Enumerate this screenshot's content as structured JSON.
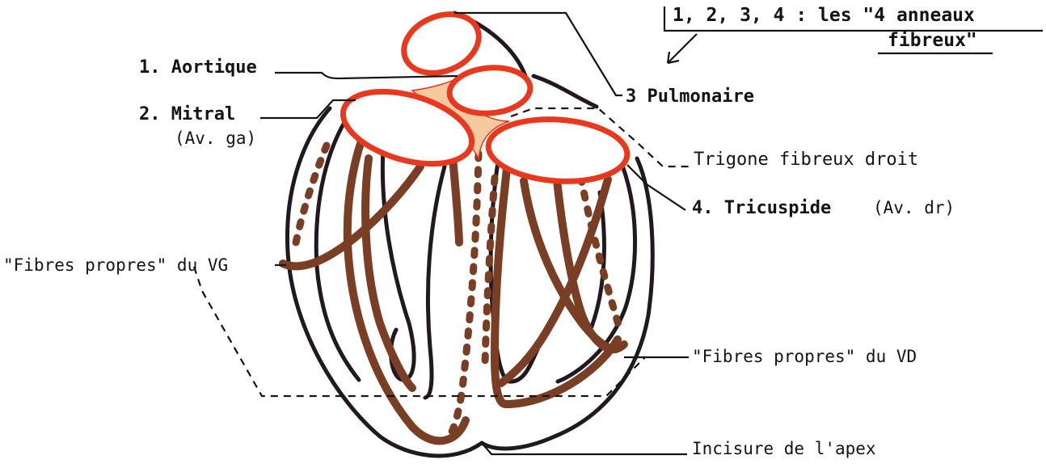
{
  "header_note": {
    "line1": "1, 2, 3, 4 : les \"4 anneaux",
    "line2": "fibreux\""
  },
  "labels": {
    "aortique": "1. Aortique",
    "mitral": "2. Mitral",
    "mitral_sub": "(Av. ga)",
    "pulmonaire": "3 Pulmonaire",
    "trigone": "Trigone fibreux droit",
    "tricuspide": "4. Tricuspide",
    "tricuspide_sub": "(Av. dr)",
    "fibres_vg": "\"Fibres propres\" du VG",
    "fibres_vd": "\"Fibres propres\" du VD",
    "incisure": "Incisure de l'apex"
  },
  "colors": {
    "ring": "#e8391e",
    "fiber": "#7a3e24",
    "outline": "#221820",
    "trigone": "#f7c9a0"
  }
}
